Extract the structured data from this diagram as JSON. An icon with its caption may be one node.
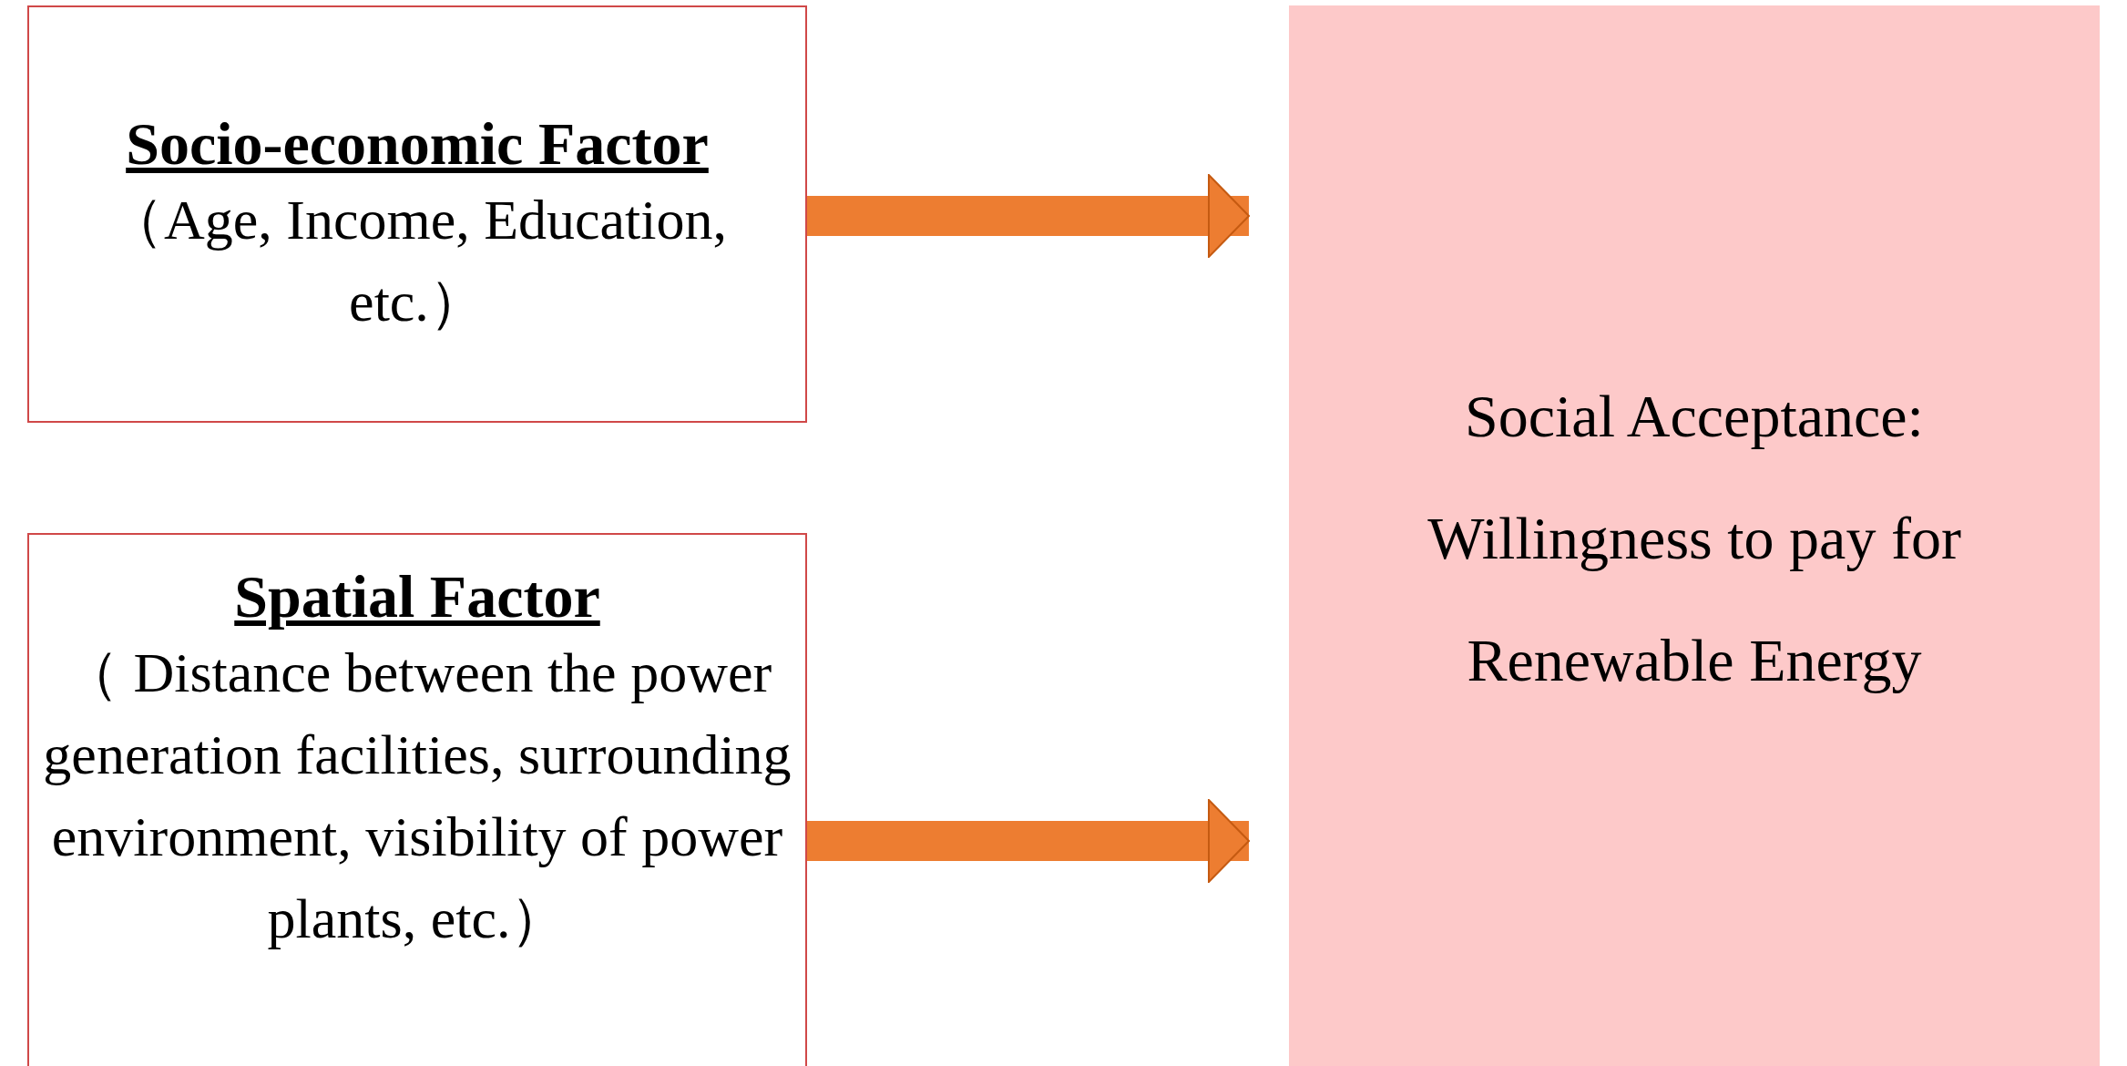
{
  "diagram": {
    "nodes": [
      {
        "text": [
          "Socio-economic Factor",
          "（Age, Income, Education, etc.）"
        ]
      },
      {
        "text": [
          "Spatial Factor",
          "（ Distance between the power generation facilities, surrounding environment, visibility of power plants, etc.）"
        ]
      },
      {
        "text": [
          "Social Acceptance: Willingness to pay for Renewable Energy"
        ]
      }
    ],
    "edges": [
      {
        "from": 0,
        "to": 2,
        "arrow": "to"
      },
      {
        "from": 1,
        "to": 2,
        "arrow": "to"
      }
    ]
  }
}
